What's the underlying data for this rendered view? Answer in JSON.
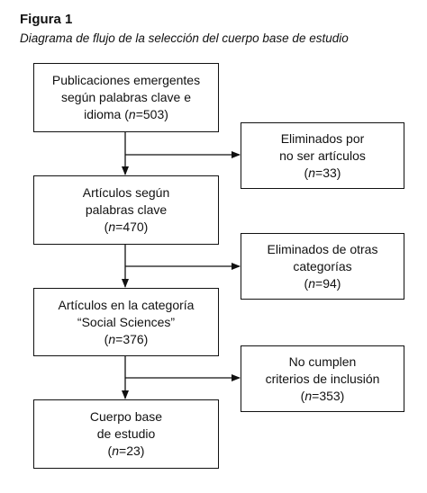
{
  "figure": {
    "label": "Figura 1",
    "caption": "Diagrama de flujo de la selección del cuerpo base de estudio"
  },
  "main_steps": [
    {
      "lines": [
        "Publicaciones emergentes",
        "según palabras clave e",
        "idioma"
      ],
      "n": "503",
      "inline_n": true
    },
    {
      "lines": [
        "Artículos según",
        "palabras clave"
      ],
      "n": "470",
      "inline_n": false
    },
    {
      "lines": [
        "Artículos en la categoría",
        "“Social Sciences”"
      ],
      "n": "376",
      "inline_n": false
    },
    {
      "lines": [
        "Cuerpo base",
        "de estudio"
      ],
      "n": "23",
      "inline_n": false
    }
  ],
  "exclusions": [
    {
      "lines": [
        "Eliminados por",
        "no ser artículos"
      ],
      "n": "33"
    },
    {
      "lines": [
        "Eliminados de otras",
        "categorías"
      ],
      "n": "94"
    },
    {
      "lines": [
        "No cumplen",
        "criterios de inclusión"
      ],
      "n": "353"
    }
  ],
  "n_symbol": "n",
  "colors": {
    "line": "#111111",
    "background": "#ffffff"
  }
}
